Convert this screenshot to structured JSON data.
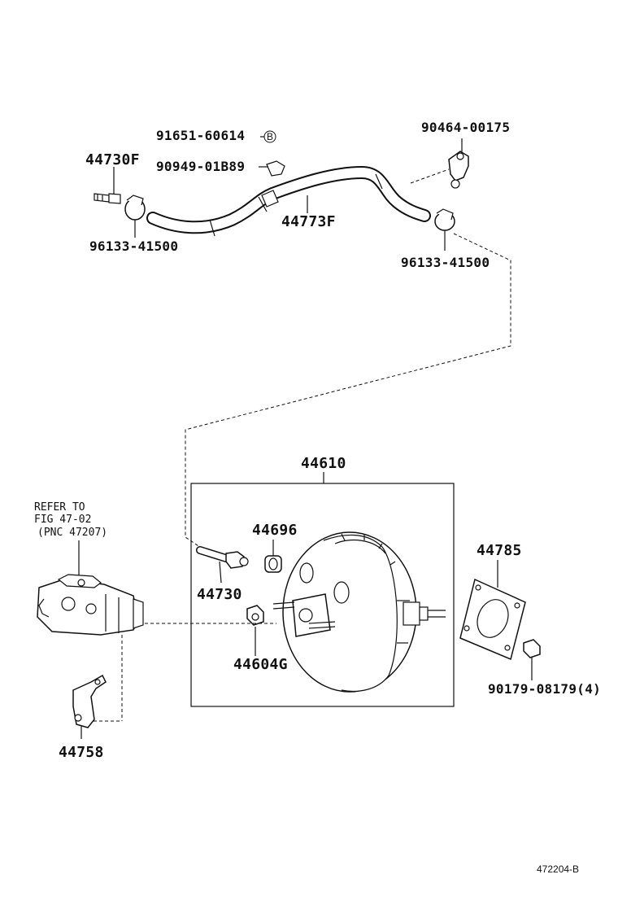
{
  "labels": {
    "p91651": "91651-60614",
    "p90949": "90949-01B89",
    "p44730F": "44730F",
    "p96133a": "96133-41500",
    "p44773F": "44773F",
    "p90464": "90464-00175",
    "p96133b": "96133-41500",
    "p44610": "44610",
    "refer1": "REFER TO",
    "refer2": "FIG 47-02",
    "refer3": "(PNC 47207)",
    "p44696": "44696",
    "p44730": "44730",
    "p44604G": "44604G",
    "p44785": "44785",
    "p90179": "90179-08179(4)",
    "p44758": "44758",
    "marker_b": "B",
    "drawing_code": "472204-B"
  }
}
